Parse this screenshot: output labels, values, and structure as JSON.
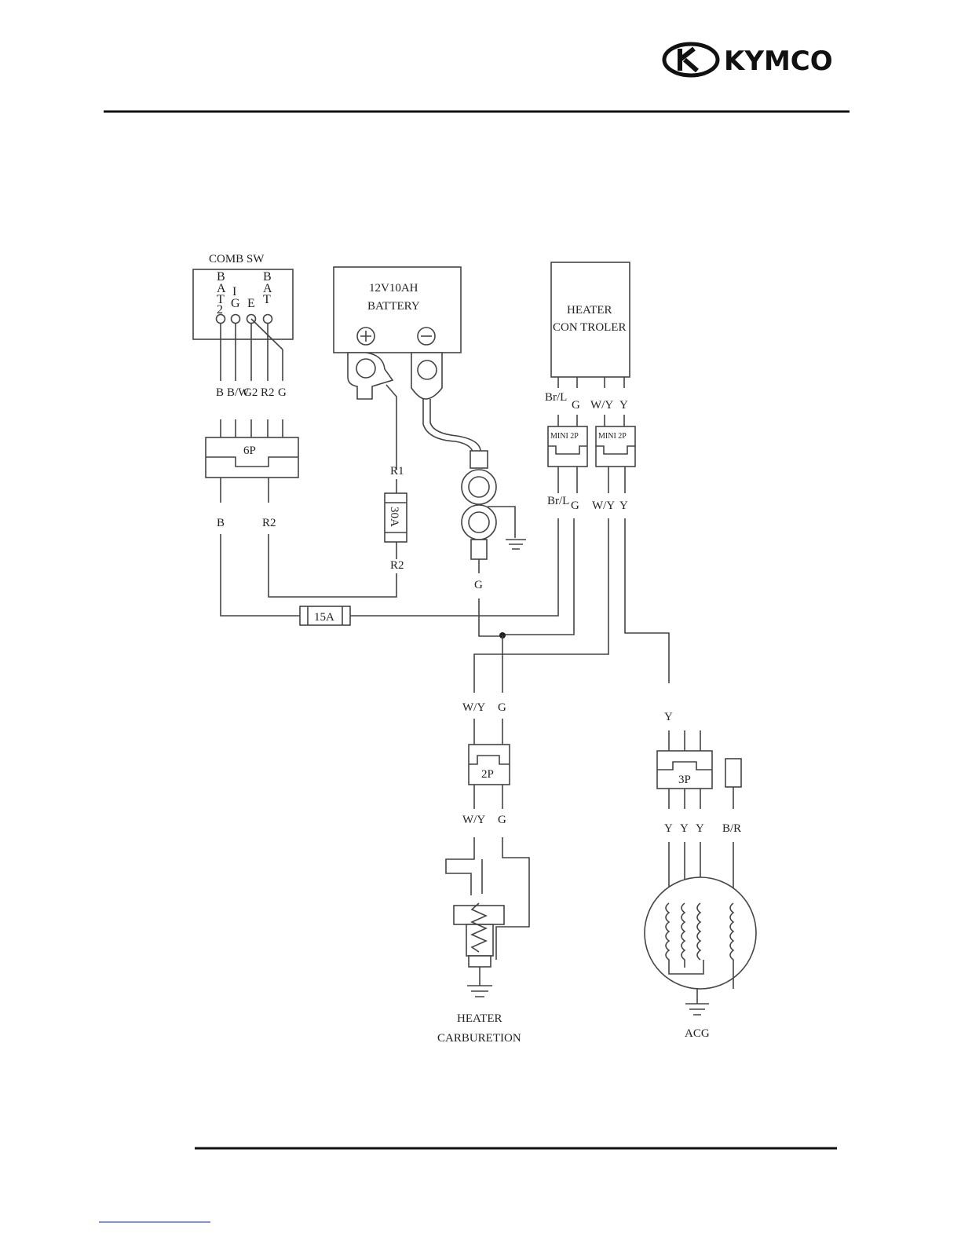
{
  "header": {
    "brand": "KYMCO"
  },
  "diagram": {
    "comb_sw": {
      "title": "COMB SW",
      "terminal_bat2": [
        "B",
        "A",
        "T",
        "2"
      ],
      "terminal_ig": [
        "I",
        "G"
      ],
      "terminal_e": "E",
      "terminal_bat1": [
        "B",
        "A",
        "T"
      ],
      "wires": [
        "B",
        "B/W",
        "G2",
        "R2",
        "G"
      ]
    },
    "connector_6p": "6P",
    "lower_wires_left": [
      "B",
      "R2"
    ],
    "battery": {
      "line1": "12V10AH",
      "line2": "BATTERY"
    },
    "fuse_main": {
      "label": "30A",
      "top_wire": "R1",
      "bottom_wire": "R2"
    },
    "fuse_15a": "15A",
    "ground_wire": "G",
    "heater_controller": {
      "line1": "HEATER",
      "line2": "CON TROLER",
      "wires": [
        "Br/L",
        "G",
        "W/Y",
        "Y"
      ],
      "connector_a": "MINI 2P",
      "connector_b": "MINI 2P",
      "wires_below": [
        "Br/L",
        "G",
        "W/Y",
        "Y"
      ]
    },
    "heater_connector": {
      "top_wires": [
        "W/Y",
        "G"
      ],
      "label": "2P",
      "bottom_wires": [
        "W/Y",
        "G"
      ]
    },
    "heater_carburetion": {
      "line1": "HEATER",
      "line2": "CARBURETION"
    },
    "acg_connector": {
      "top_wire": "Y",
      "label": "3P",
      "bottom_wires": [
        "Y",
        "Y",
        "Y",
        "B/R"
      ]
    },
    "acg": "ACG"
  }
}
